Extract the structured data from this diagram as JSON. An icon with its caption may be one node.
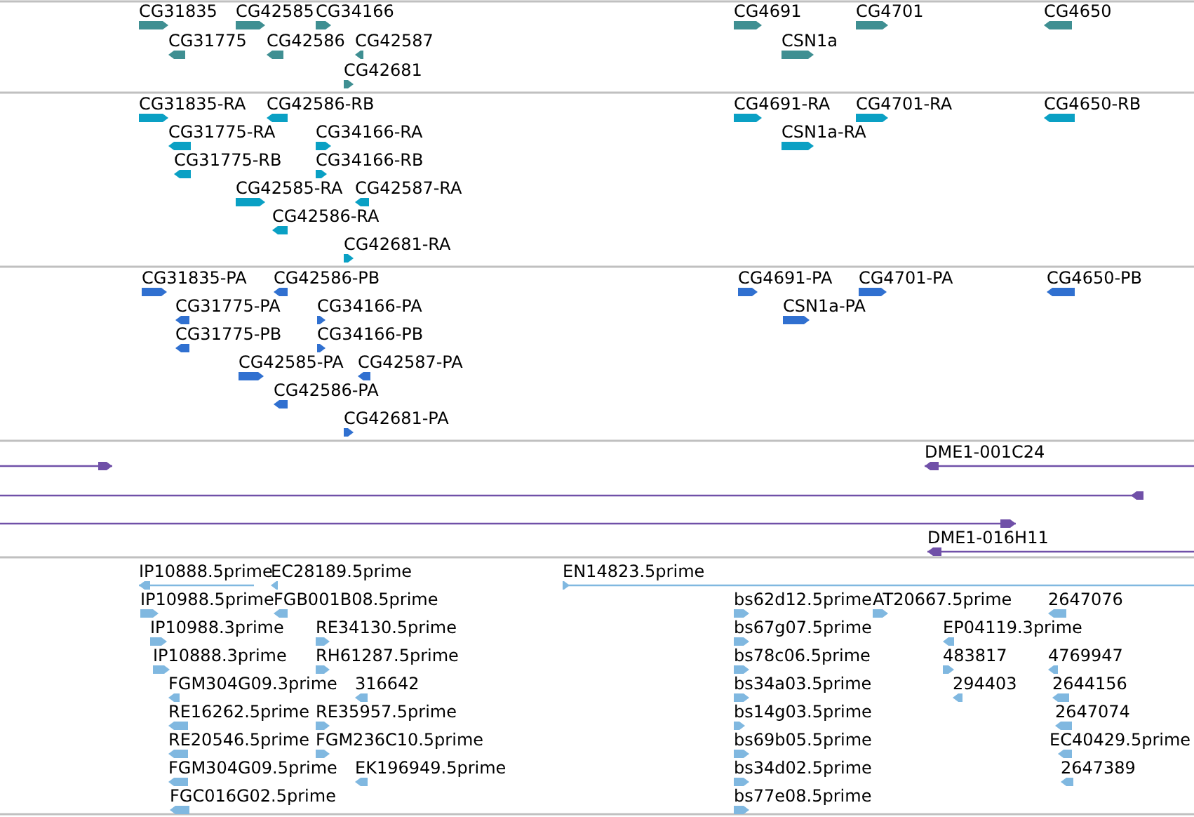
{
  "diagram": {
    "labels": [
      "CG31835",
      "CG42585",
      "CG34166",
      "CG4691",
      "CG4701",
      "CG4650",
      "CG31775",
      "CG42586",
      "CG42587",
      "CSN1a",
      "CG42681",
      "CG31835-RA",
      "CG42586-RB",
      "CG4691-RA",
      "CG4701-RA",
      "CG4650-RB",
      "CG31775-RA",
      "CG34166-RA",
      "CSN1a-RA",
      "CG31775-RB",
      "CG34166-RB",
      "CG42585-RA",
      "CG42587-RA",
      "CG42586-RA",
      "CG42681-RA",
      "CG31835-PA",
      "CG42586-PB",
      "CG4691-PA",
      "CG4701-PA",
      "CG4650-PB",
      "CG31775-PA",
      "CG34166-PA",
      "CSN1a-PA",
      "CG31775-PB",
      "CG34166-PB",
      "CG42585-PA",
      "CG42587-PA",
      "CG42586-PA",
      "CG42681-PA",
      "DME1-001C24",
      "DME1-016H11",
      "IP10888.5prime",
      "EC28189.5prime",
      "EN14823.5prime",
      "IP10988.5prime",
      "FGB001B08.5prime",
      "bs62d12.5prime",
      "AT20667.5prime",
      "2647076",
      "IP10988.3prime",
      "RE34130.5prime",
      "bs67g07.5prime",
      "EP04119.3prime",
      "IP10888.3prime",
      "RH61287.5prime",
      "bs78c06.5prime",
      "483817",
      "4769947",
      "FGM304G09.3prime",
      "316642",
      "bs34a03.5prime",
      "294403",
      "2644156",
      "RE16262.5prime",
      "RE35957.5prime",
      "bs14g03.5prime",
      "2647074",
      "RE20546.5prime",
      "FGM236C10.5prime",
      "bs69b05.5prime",
      "EC40429.5prime",
      "FGM304G09.5prime",
      "EK196949.5prime",
      "bs34d02.5prime",
      "2647389",
      "FGC016G02.5prime",
      "bs77e08.5prime"
    ]
  }
}
